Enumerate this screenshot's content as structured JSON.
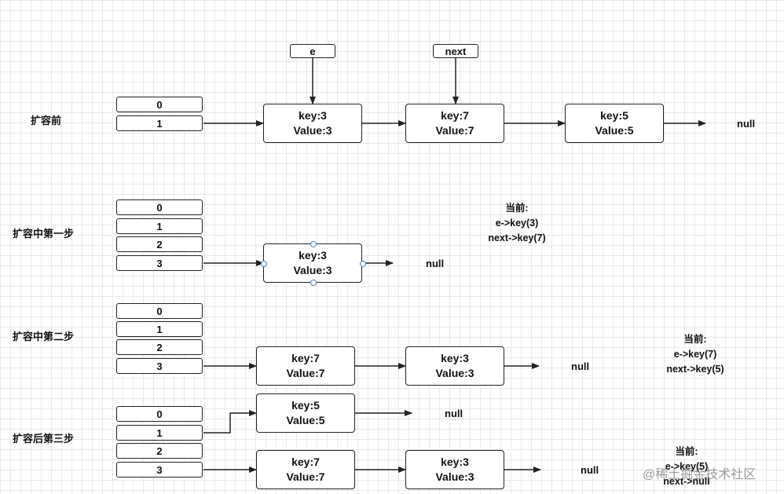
{
  "rows": {
    "before": {
      "label": "扩容前",
      "slots": [
        "0",
        "1"
      ],
      "nodes": [
        {
          "key": "key:3",
          "value": "Value:3"
        },
        {
          "key": "key:7",
          "value": "Value:7"
        },
        {
          "key": "key:5",
          "value": "Value:5"
        }
      ],
      "null": "null",
      "pointers": {
        "e": "e",
        "next": "next"
      }
    },
    "step1": {
      "label": "扩容中第一步",
      "slots": [
        "0",
        "1",
        "2",
        "3"
      ],
      "nodes": [
        {
          "key": "key:3",
          "value": "Value:3"
        }
      ],
      "null": "null",
      "note": [
        "当前:",
        "e->key(3)",
        "next->key(7)"
      ]
    },
    "step2": {
      "label": "扩容中第二步",
      "slots": [
        "0",
        "1",
        "2",
        "3"
      ],
      "nodes": [
        {
          "key": "key:7",
          "value": "Value:7"
        },
        {
          "key": "key:3",
          "value": "Value:3"
        }
      ],
      "null": "null",
      "note": [
        "当前:",
        "e->key(7)",
        "next->key(5)"
      ]
    },
    "after": {
      "label": "扩容后第三步",
      "slots": [
        "0",
        "1",
        "2",
        "3"
      ],
      "chain1": {
        "nodes": [
          {
            "key": "key:5",
            "value": "Value:5"
          }
        ],
        "null": "null"
      },
      "chain3": {
        "nodes": [
          {
            "key": "key:7",
            "value": "Value:7"
          },
          {
            "key": "key:3",
            "value": "Value:3"
          }
        ],
        "null": "null"
      },
      "note": [
        "当前:",
        "e->key(5)",
        "next->null"
      ]
    }
  },
  "watermark": "@稀土掘金技术社区",
  "colors": {
    "stroke": "#222222",
    "grid": "#e9e9e9",
    "handle": "#4a86c5"
  }
}
